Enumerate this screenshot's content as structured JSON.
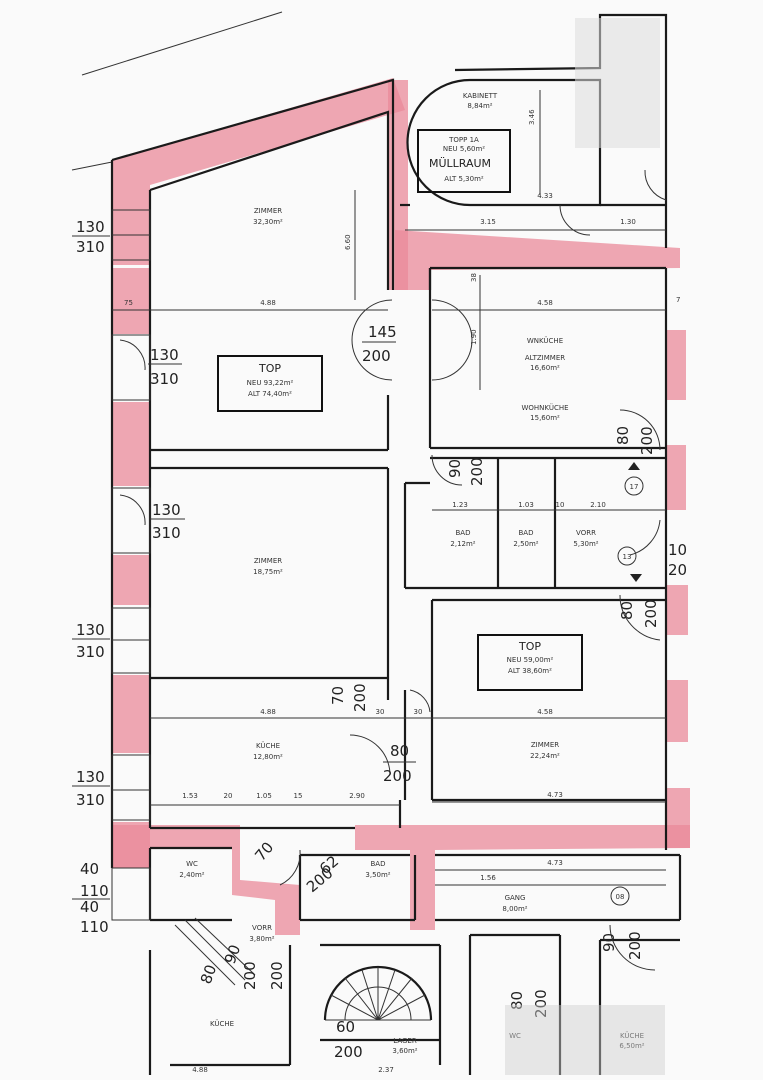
{
  "rooms": {
    "zimmer_1": {
      "name": "ZIMMER",
      "area": "32,30m²"
    },
    "top_left": {
      "name": "TOP",
      "neu": "NEU 93,22m²",
      "alt": "ALT 74,40m²"
    },
    "zimmer_2": {
      "name": "ZIMMER",
      "area": "18,75m²"
    },
    "kueche": {
      "name": "KÜCHE",
      "area": "12,80m²"
    },
    "kabinett": {
      "name": "KABINETT",
      "area": "8,84m²"
    },
    "top_1a": {
      "name": "TOPP 1A",
      "neu": "NEU 5,60m²",
      "alt": "MÜLLRAUM",
      "extra": "ALT 5,30m²"
    },
    "wohnkueche": {
      "name1": "WNKÜCHE",
      "name2": "ALTZIMMER",
      "area1": "16,60m²",
      "name3": "WOHNKÜCHE",
      "area2": "15,60m²"
    },
    "bad_1": {
      "name": "BAD",
      "area": "2,12m²"
    },
    "bad_2": {
      "name": "BAD",
      "area": "2,50m²"
    },
    "vorr_1": {
      "name": "VORR",
      "area": "5,30m²"
    },
    "top_right": {
      "name": "TOP",
      "neu": "NEU 59,00m²",
      "alt": "ALT 38,60m²"
    },
    "zimmer_3": {
      "name": "ZIMMER",
      "area": "22,24m²"
    },
    "wc": {
      "name": "WC",
      "area": "2,40m²"
    },
    "bad_3": {
      "name": "BAD",
      "area": "3,50m²"
    },
    "gang": {
      "name": "GANG",
      "area": "8,00m²"
    },
    "vorr_2": {
      "name": "VORR",
      "area": "3,80m²"
    },
    "kueche_2": {
      "name": "KÜCHE"
    },
    "lager": {
      "name": "LAGER",
      "area": "3,60m²"
    },
    "wc_2": {
      "name": "WC"
    },
    "kueche_3": {
      "name": "KÜCHE",
      "area": "6,50m²"
    }
  },
  "windows": {
    "w1": {
      "top": "130",
      "bottom": "310"
    },
    "w2": {
      "top": "130",
      "bottom": "310"
    },
    "w3": {
      "top": "130",
      "bottom": "310"
    },
    "w4": {
      "top": "130",
      "bottom": "310"
    },
    "w5": {
      "top": "130",
      "bottom": "310"
    },
    "w6": {
      "a": "40",
      "b": "110",
      "c": "40",
      "d": "110"
    }
  },
  "doors": {
    "d_145": {
      "top": "145",
      "bottom": "200"
    },
    "d_80a": {
      "top": "80",
      "bottom": "200"
    },
    "d_90a": {
      "top": "90",
      "bottom": "200"
    },
    "d_80b": {
      "top": "80",
      "bottom": "200"
    },
    "d_70": {
      "top": "70",
      "bottom": "200"
    },
    "d_80c": {
      "top": "80",
      "bottom": "200"
    },
    "d_70b": {
      "top": "70",
      "bottom": "200"
    },
    "d_62": {
      "top": "62",
      "bottom": "200"
    },
    "d_80d": {
      "top": "80",
      "bottom": "200"
    },
    "d_90b": {
      "top": "90",
      "bottom": "200"
    },
    "d_60": {
      "top": "60",
      "bottom": "200"
    },
    "d_80e": {
      "top": "80",
      "bottom": "200"
    },
    "d_90c": {
      "top": "90",
      "bottom": "200"
    }
  },
  "dims": {
    "d_488a": "4.88",
    "d_660": "6.60",
    "d_75": "75",
    "d_458a": "4.58",
    "d_190": "1.90",
    "d_38": "38",
    "d_315": "3.15",
    "d_130a": "1.30",
    "d_346": "3.46",
    "d_433": "4.33",
    "d_123": "1.23",
    "d_103": "1.03",
    "d_10": "10",
    "d_210": "2.10",
    "d_488b": "4.88",
    "d_30a": "30",
    "d_30b": "30",
    "d_458b": "4.58",
    "d_153": "1.53",
    "d_20": "20",
    "d_105": "1.05",
    "d_15": "15",
    "d_290": "2.90",
    "d_473a": "4.73",
    "d_473b": "4.73",
    "d_156": "1.56",
    "d_237": "2.37",
    "d_488c": "4.88"
  },
  "side_labels": {
    "r1": "10",
    "r2": "20",
    "r3": "7"
  },
  "markers": {
    "m1": "17",
    "m2": "13",
    "m3": "08"
  }
}
